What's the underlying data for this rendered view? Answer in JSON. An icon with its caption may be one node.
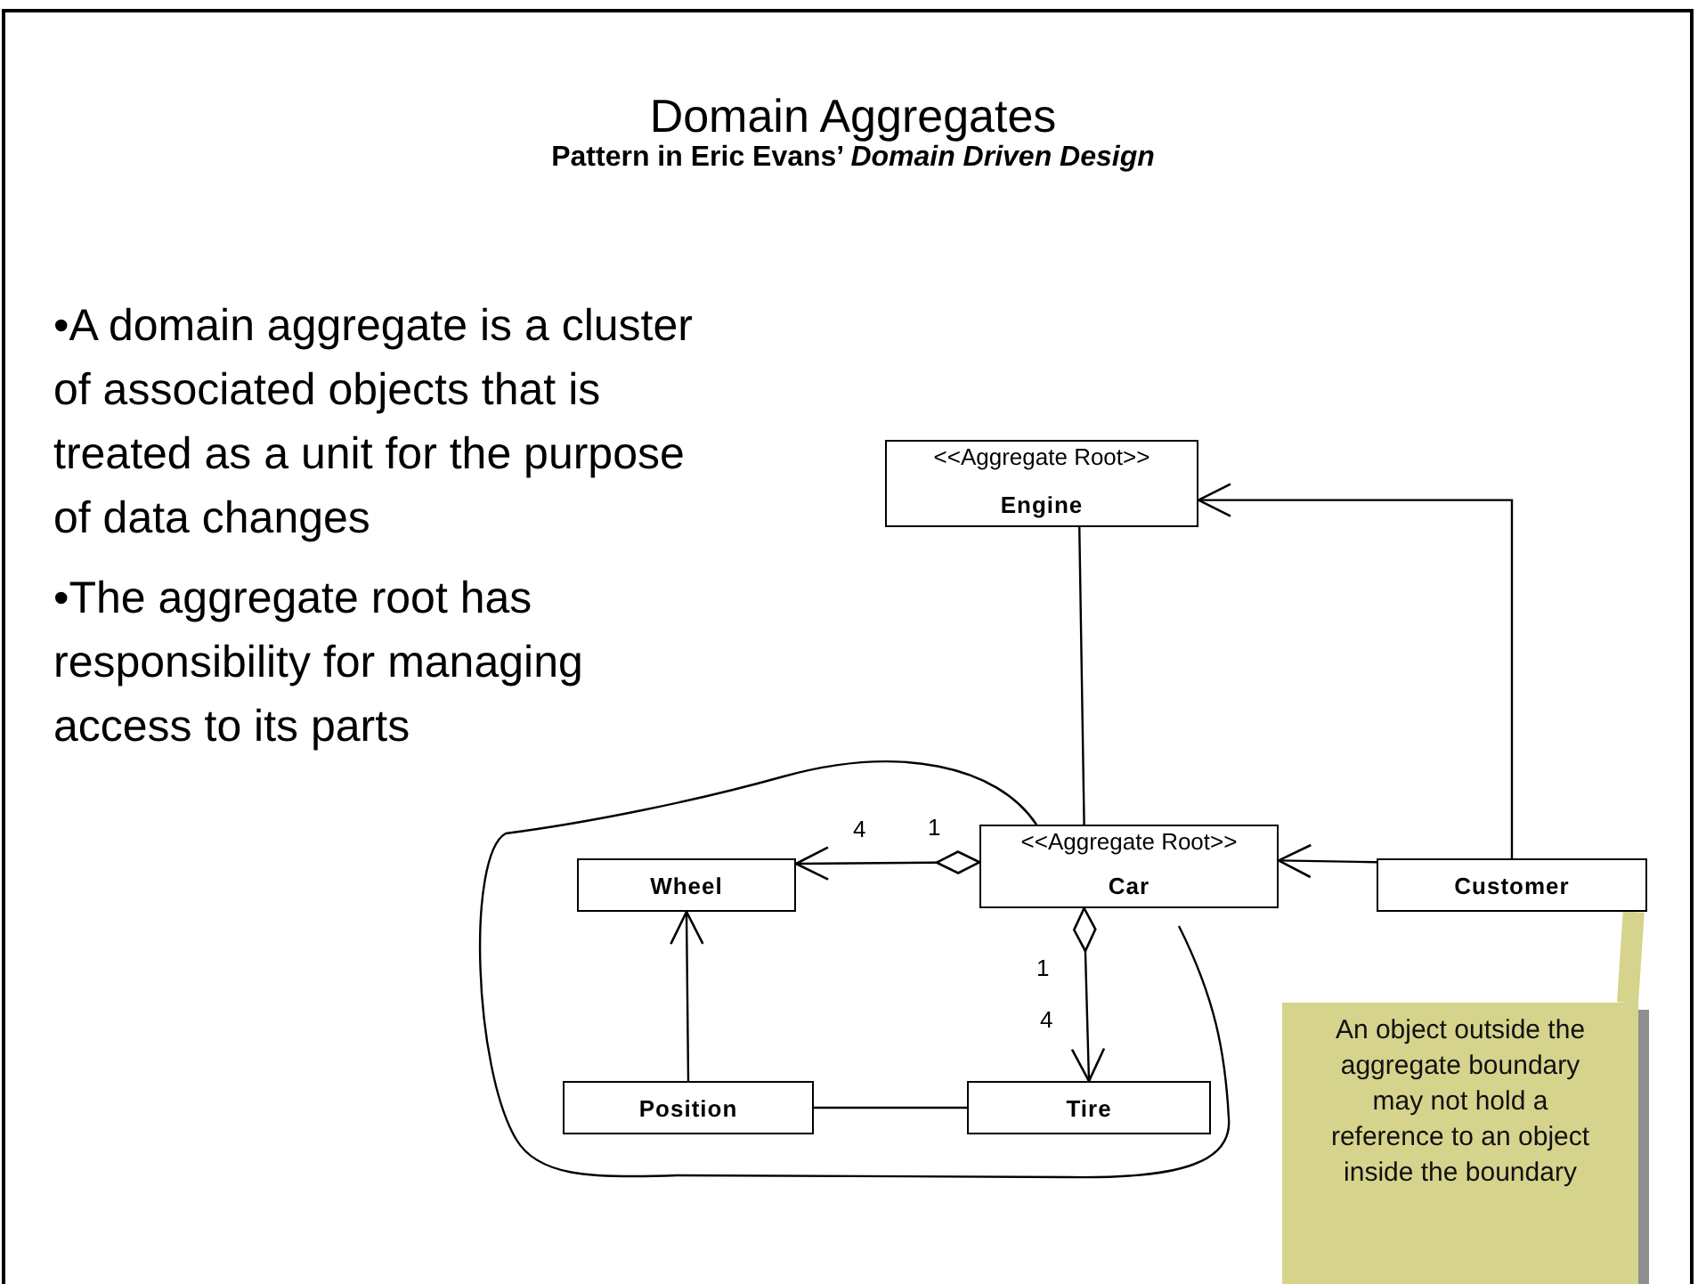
{
  "diagram": {
    "title": "Domain Aggregates",
    "nodes": [
      {
        "text": [
          "<<Aggregate Root>>",
          "Engine"
        ]
      },
      {
        "text": [
          "<<Aggregate Root>>",
          "Car"
        ]
      },
      {
        "text": [
          "Customer"
        ]
      },
      {
        "text": [
          "Wheel"
        ]
      },
      {
        "text": [
          "Position"
        ]
      },
      {
        "text": [
          "Tire"
        ]
      },
      {
        "text": [
          "An object outside the aggregate boundary may not hold a reference to an object inside the boundary"
        ]
      }
    ],
    "edges": [
      {
        "from": 1,
        "to": 0,
        "arrow": "none"
      },
      {
        "from": 2,
        "to": 0,
        "arrow": "to"
      },
      {
        "from": 2,
        "to": 1,
        "arrow": "to"
      },
      {
        "from": 1,
        "to": 3,
        "arrow": "to"
      },
      {
        "from": 1,
        "to": 5,
        "arrow": "to"
      },
      {
        "from": 4,
        "to": 3,
        "arrow": "to"
      },
      {
        "from": 4,
        "to": 5,
        "arrow": "none"
      },
      {
        "from": 6,
        "to": 2,
        "arrow": "none",
        "style": "thick",
        "color": "#d6d38c"
      }
    ],
    "labels": [
      "Pattern in Eric Evans’ *Domain Driven Design*",
      "•A domain aggregate is a cluster of associated objects that is treated as a unit for the purpose of data changes",
      "•The aggregate root has responsibility for managing access to its parts",
      "4",
      "1",
      "1",
      "4"
    ]
  }
}
